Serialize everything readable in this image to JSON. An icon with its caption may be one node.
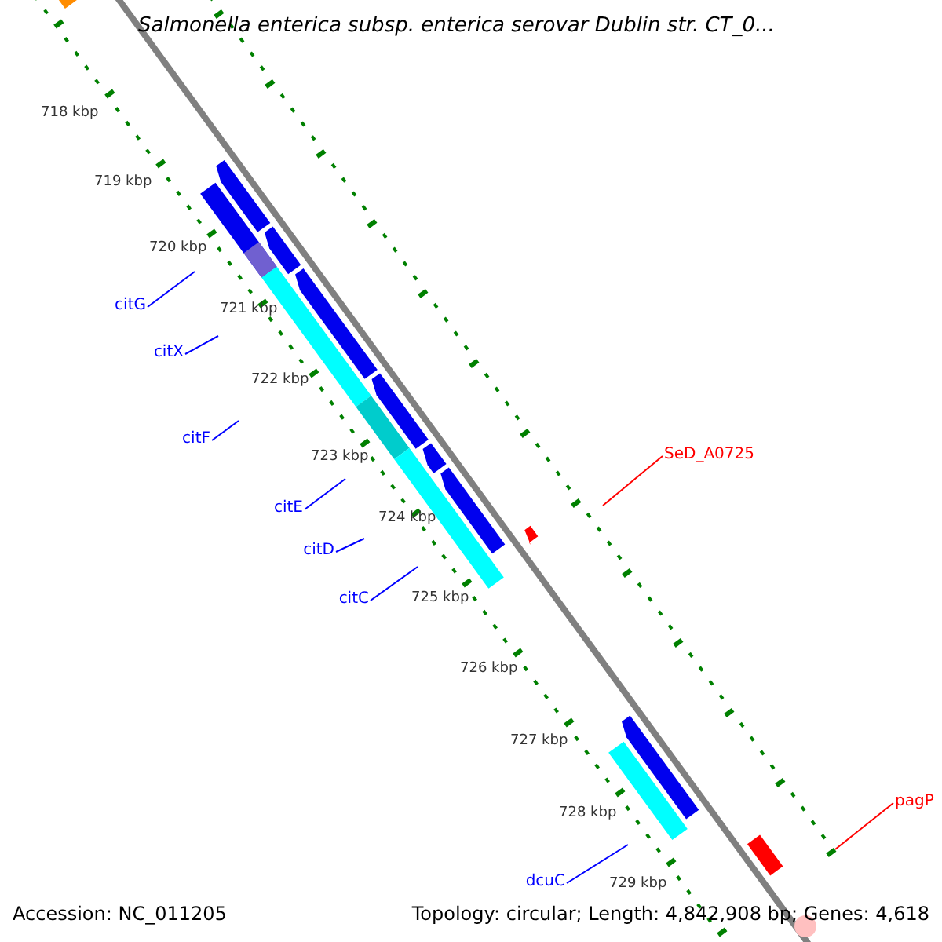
{
  "diagram": {
    "title": "Salmonella enterica subsp. enterica serovar Dublin str. CT_0...",
    "nodes": [
      {
        "text": [
          "citG"
        ]
      },
      {
        "text": [
          "citX"
        ]
      },
      {
        "text": [
          "citF"
        ]
      },
      {
        "text": [
          "citE"
        ]
      },
      {
        "text": [
          "citD"
        ]
      },
      {
        "text": [
          "citC"
        ]
      },
      {
        "text": [
          "SeD_A0725"
        ]
      },
      {
        "text": [
          "dcuC"
        ]
      },
      {
        "text": [
          "pagP"
        ]
      }
    ],
    "edges": [
      {
        "from": 0,
        "to": null,
        "arrow": "none"
      },
      {
        "from": 1,
        "to": null,
        "arrow": "none"
      },
      {
        "from": 2,
        "to": null,
        "arrow": "none"
      },
      {
        "from": 3,
        "to": null,
        "arrow": "none"
      },
      {
        "from": 4,
        "to": null,
        "arrow": "none"
      },
      {
        "from": 5,
        "to": null,
        "arrow": "none"
      },
      {
        "from": 6,
        "to": null,
        "arrow": "none",
        "color": "#ff0000"
      },
      {
        "from": 7,
        "to": null,
        "arrow": "none"
      },
      {
        "from": 8,
        "to": null,
        "arrow": "none",
        "color": "#ff0000"
      }
    ],
    "labels": [
      "718 kbp",
      "719 kbp",
      "720 kbp",
      "721 kbp",
      "722 kbp",
      "723 kbp",
      "724 kbp",
      "725 kbp",
      "726 kbp",
      "727 kbp",
      "728 kbp",
      "729 kbp",
      "Accession: NC_011205",
      "Topology: circular; Length: 4,842,908 bp; Genes: 4,618"
    ]
  }
}
